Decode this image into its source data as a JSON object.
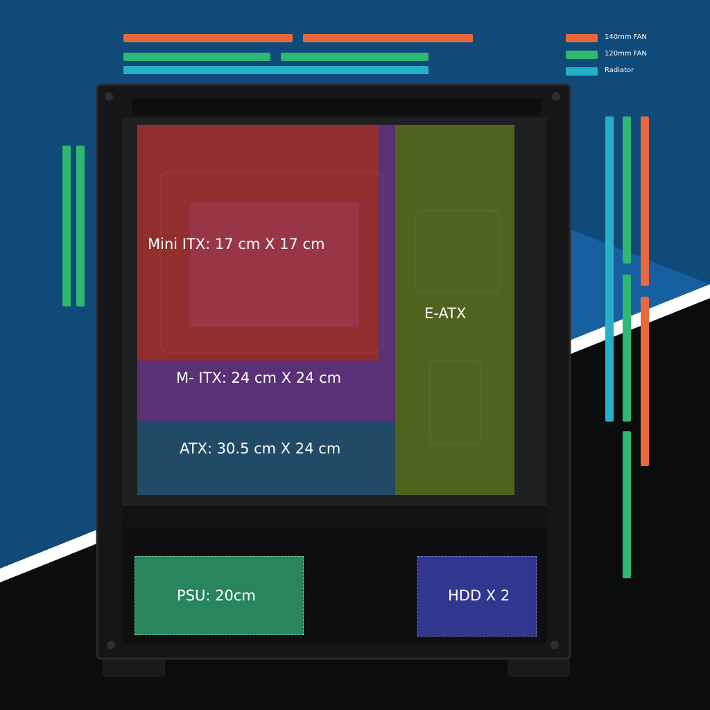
{
  "legend": {
    "items": [
      {
        "label": "140mm FAN",
        "color": "#e8683f"
      },
      {
        "label": "120mm FAN",
        "color": "#2eb872"
      },
      {
        "label": "Radiator",
        "color": "#26b0c8"
      }
    ]
  },
  "zones": {
    "mini_itx": {
      "label": "Mini ITX: 17 cm X 17 cm",
      "color": "#c83a3a"
    },
    "m_itx": {
      "label": "M- ITX: 24 cm X 24 cm",
      "color": "#7a3aa0"
    },
    "atx": {
      "label": "ATX: 30.5 cm X 24 cm",
      "color": "#1f5f8c"
    },
    "e_atx": {
      "label": "E-ATX",
      "color": "#5a7a1e"
    },
    "psu": {
      "label": "PSU: 20cm",
      "color": "#2c9a6a"
    },
    "hdd": {
      "label": "HDD X 2",
      "color": "#34399a"
    }
  }
}
